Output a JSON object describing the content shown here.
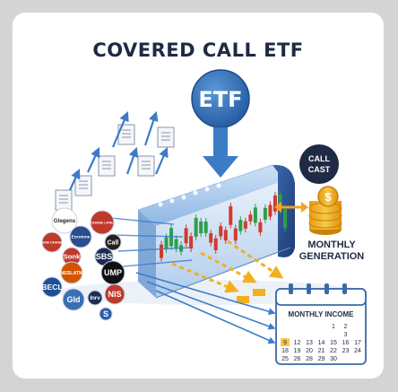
{
  "title": "COVERED CALL ETF",
  "etf_badge": "ETF",
  "call_cast": {
    "line1": "CALL",
    "line2": "CAST"
  },
  "coin_symbol": "$",
  "monthly_generation": {
    "line1": "MONTHLY",
    "line2": "GENERATION"
  },
  "calendar": {
    "title": "MONTHLY INCOME",
    "rows": [
      [
        "",
        "",
        "",
        "",
        "1",
        "2",
        ""
      ],
      [
        "",
        "",
        "",
        "",
        "",
        "3",
        ""
      ],
      [
        "9",
        "12",
        "13",
        "14",
        "15",
        "16",
        "17"
      ],
      [
        "18",
        "19",
        "20",
        "21",
        "22",
        "23",
        "24"
      ],
      [
        "25",
        "26",
        "28",
        "29",
        "30",
        "",
        ""
      ]
    ]
  },
  "logos": [
    {
      "text": "Glegens",
      "bg": "#ffffff",
      "fg": "#222222"
    },
    {
      "text": "CHASE LPNL",
      "bg": "#c0392b",
      "fg": "#ffffff"
    },
    {
      "text": "NOB CHASE",
      "bg": "#c0392b",
      "fg": "#ffffff"
    },
    {
      "text": "Exxotone",
      "bg": "#2a4d8f",
      "fg": "#ffffff"
    },
    {
      "text": "Call",
      "bg": "#222222",
      "fg": "#ffffff"
    },
    {
      "text": "Sonk",
      "bg": "#c0392b",
      "fg": "#ffffff"
    },
    {
      "text": "SBS",
      "bg": "#1b2e55",
      "fg": "#ffffff"
    },
    {
      "text": "NESLATM",
      "bg": "#d35400",
      "fg": "#ffffff"
    },
    {
      "text": "UMP",
      "bg": "#111111",
      "fg": "#ffffff"
    },
    {
      "text": "BECL",
      "bg": "#1f4e96",
      "fg": "#ffffff"
    },
    {
      "text": "NIS",
      "bg": "#c0392b",
      "fg": "#ffffff"
    },
    {
      "text": "Gld",
      "bg": "#3a6fb5",
      "fg": "#ffffff"
    },
    {
      "text": "Inrv",
      "bg": "#1b2e55",
      "fg": "#ffffff"
    },
    {
      "text": "S",
      "bg": "#2a5fa8",
      "fg": "#ffffff"
    }
  ],
  "colors": {
    "navy": "#1f2a44",
    "etf_blue": "#2f6fb8",
    "tube_blue": "#6c9fd6",
    "tube_dark": "#2a4d8f",
    "candle_green": "#2e9e4a",
    "candle_red": "#d23a2c",
    "gold": "#f2b01e",
    "arrow_blue": "#3c7cc7"
  }
}
